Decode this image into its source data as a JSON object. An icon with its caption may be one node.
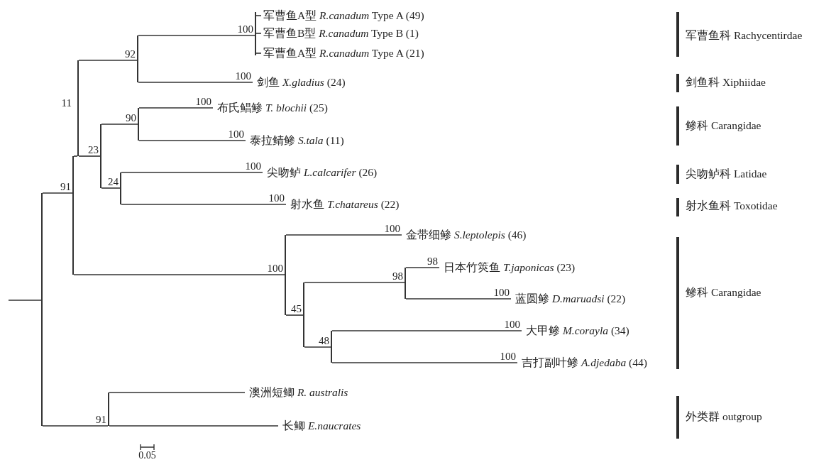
{
  "diagram": {
    "nodes": [
      {
        "text": [
          "军曹鱼A型 *R.canadum* Type A (49)"
        ]
      },
      {
        "text": [
          "军曹鱼B型 *R.canadum* Type B (1)"
        ]
      },
      {
        "text": [
          "军曹鱼A型 *R.canadum* Type A (21)"
        ]
      },
      {
        "text": [
          "剑鱼 *X.gladius* (24)"
        ]
      },
      {
        "text": [
          "布氏鲳鲹 *T. blochii* (25)"
        ]
      },
      {
        "text": [
          "泰拉鲭鲹 *S.tala* (11)"
        ]
      },
      {
        "text": [
          "尖吻鲈 *L.calcarifer* (26)"
        ]
      },
      {
        "text": [
          "射水鱼 *T.chatareus* (22)"
        ]
      },
      {
        "text": [
          "金带细鲹 *S.leptolepis* (46)"
        ]
      },
      {
        "text": [
          "日本竹筴鱼 *T.japonicas* (23)"
        ]
      },
      {
        "text": [
          "蓝圆鲹 *D.maruadsi* (22)"
        ]
      },
      {
        "text": [
          "大甲鲹 *M.corayla* (34)"
        ]
      },
      {
        "text": [
          "吉打副叶鲹 *A.djedaba* (44)"
        ]
      },
      {
        "text": [
          "澳洲短鲫 *R. australis*"
        ]
      },
      {
        "text": [
          "长鲫 *E.naucrates*"
        ]
      },
      {
        "text": [],
        "shape": "bar"
      },
      {
        "text": [],
        "shape": "bar"
      },
      {
        "text": [],
        "shape": "bar"
      },
      {
        "text": [],
        "shape": "bar"
      },
      {
        "text": [],
        "shape": "bar"
      },
      {
        "text": [],
        "shape": "bar"
      },
      {
        "text": [],
        "shape": "bar"
      },
      {
        "text": [],
        "shape": "bar"
      },
      {
        "text": [],
        "shape": "bar"
      },
      {
        "text": [],
        "shape": "bar"
      },
      {
        "text": [],
        "shape": "bar"
      },
      {
        "text": [],
        "shape": "bar"
      },
      {
        "text": [],
        "shape": "bar"
      }
    ],
    "edges": [
      {
        "from": null,
        "to": 15,
        "arrow": "none"
      },
      {
        "from": 15,
        "to": 16,
        "arrow": "none",
        "label": "91"
      },
      {
        "from": 16,
        "to": 17,
        "arrow": "none",
        "label": "11"
      },
      {
        "from": 17,
        "to": 18,
        "arrow": "none",
        "label": "92"
      },
      {
        "from": 18,
        "to": 19,
        "arrow": "none",
        "label": "100"
      },
      {
        "from": 19,
        "to": 0,
        "arrow": "none"
      },
      {
        "from": 19,
        "to": 1,
        "arrow": "none"
      },
      {
        "from": 19,
        "to": 2,
        "arrow": "none"
      },
      {
        "from": 18,
        "to": 3,
        "arrow": "none",
        "label": "100"
      },
      {
        "from": 17,
        "to": 20,
        "arrow": "none",
        "label": "23"
      },
      {
        "from": 20,
        "to": 21,
        "arrow": "none",
        "label": "90"
      },
      {
        "from": 21,
        "to": 4,
        "arrow": "none",
        "label": "100"
      },
      {
        "from": 21,
        "to": 5,
        "arrow": "none",
        "label": "100"
      },
      {
        "from": 20,
        "to": 22,
        "arrow": "none",
        "label": "24"
      },
      {
        "from": 22,
        "to": 6,
        "arrow": "none",
        "label": "100"
      },
      {
        "from": 22,
        "to": 7,
        "arrow": "none",
        "label": "100"
      },
      {
        "from": 16,
        "to": 23,
        "arrow": "none",
        "label": "100"
      },
      {
        "from": 23,
        "to": 8,
        "arrow": "none",
        "label": "100"
      },
      {
        "from": 23,
        "to": 24,
        "arrow": "none",
        "label": "45"
      },
      {
        "from": 24,
        "to": 25,
        "arrow": "none",
        "label": "98"
      },
      {
        "from": 25,
        "to": 9,
        "arrow": "none",
        "label": "98"
      },
      {
        "from": 25,
        "to": 10,
        "arrow": "none",
        "label": "100"
      },
      {
        "from": 24,
        "to": 26,
        "arrow": "none",
        "label": "48"
      },
      {
        "from": 26,
        "to": 11,
        "arrow": "none",
        "label": "100"
      },
      {
        "from": 26,
        "to": 12,
        "arrow": "none",
        "label": "100"
      },
      {
        "from": 15,
        "to": 27,
        "arrow": "none",
        "label": "91"
      },
      {
        "from": 27,
        "to": 13,
        "arrow": "none"
      },
      {
        "from": 27,
        "to": 14,
        "arrow": "none"
      }
    ],
    "labels": [
      "军曹鱼科 Rachycentirdae",
      "剑鱼科 Xiphiidae",
      "鲹科 Carangidae",
      "尖吻鲈科 Latidae",
      "射水鱼科 Toxotidae",
      "鲹科 Carangidae",
      "外类群 outgroup",
      "0.05"
    ]
  }
}
